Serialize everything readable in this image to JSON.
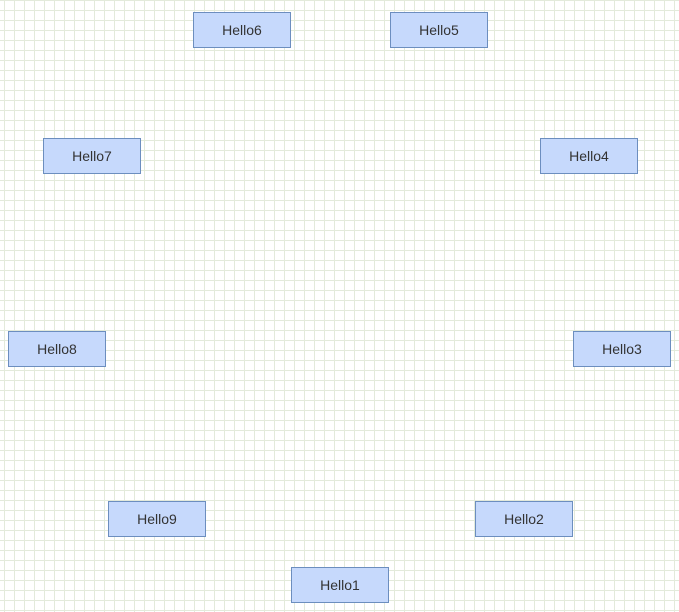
{
  "diagram": {
    "nodes": [
      {
        "id": "n1",
        "label": "Hello1"
      },
      {
        "id": "n2",
        "label": "Hello2"
      },
      {
        "id": "n3",
        "label": "Hello3"
      },
      {
        "id": "n4",
        "label": "Hello4"
      },
      {
        "id": "n5",
        "label": "Hello5"
      },
      {
        "id": "n6",
        "label": "Hello6"
      },
      {
        "id": "n7",
        "label": "Hello7"
      },
      {
        "id": "n8",
        "label": "Hello8"
      },
      {
        "id": "n9",
        "label": "Hello9"
      }
    ],
    "colors": {
      "node_fill": "#c6d9fc",
      "node_border": "#6c8ebf",
      "grid_line": "#e3eadb",
      "text": "#333333"
    }
  }
}
